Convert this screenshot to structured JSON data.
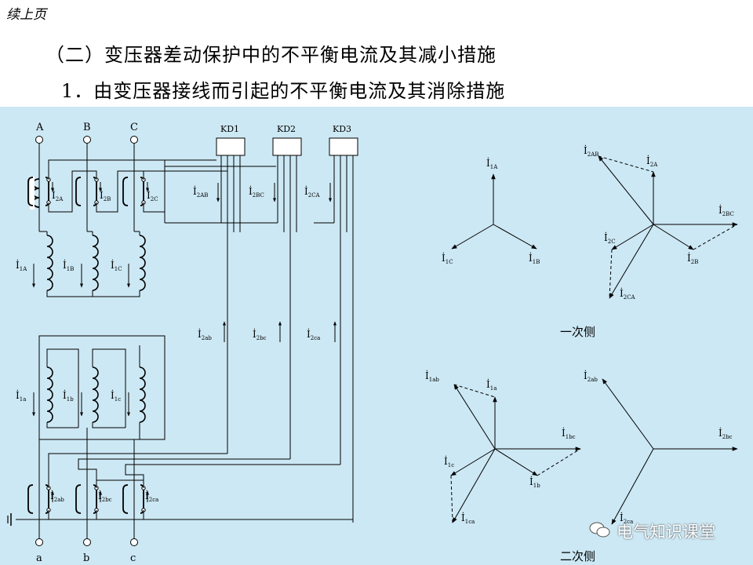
{
  "header": {
    "continued": "续上页",
    "section_title": "（二）变压器差动保护中的不平衡电流及其减小措施",
    "subsection_title": "1．由变压器接线而引起的不平衡电流及其消除措施"
  },
  "circuit": {
    "primary_terminals": [
      "A",
      "B",
      "C"
    ],
    "secondary_terminals": [
      "a",
      "b",
      "c"
    ],
    "relays": [
      "KD1",
      "KD2",
      "KD3"
    ],
    "ct_currents_primary": [
      "İ",
      "2A",
      "2B",
      "2C"
    ],
    "ct_currents_secondary": [
      "2ab",
      "2bc",
      "2ca"
    ],
    "winding_primary": [
      "1A",
      "1B",
      "1C"
    ],
    "winding_secondary": [
      "1a",
      "1b",
      "1c"
    ],
    "relay_currents_top": [
      "2AB",
      "2BC",
      "2CA"
    ],
    "relay_currents_bottom": [
      "2ab",
      "2bc",
      "2ca"
    ]
  },
  "phasors": {
    "primary_side_label": "一次侧",
    "secondary_side_label": "二次侧",
    "set1": [
      "1A",
      "1C",
      "1B"
    ],
    "set2": [
      "2AB",
      "2A",
      "2BC",
      "2C",
      "2B",
      "2CA"
    ],
    "set3": [
      "1ab",
      "1a",
      "1bc",
      "1c",
      "1b",
      "1ca"
    ],
    "set4": [
      "2ab",
      "2bc",
      "2ca"
    ]
  },
  "watermark": {
    "text": "电气知识课堂",
    "icon": "wechat-icon"
  }
}
